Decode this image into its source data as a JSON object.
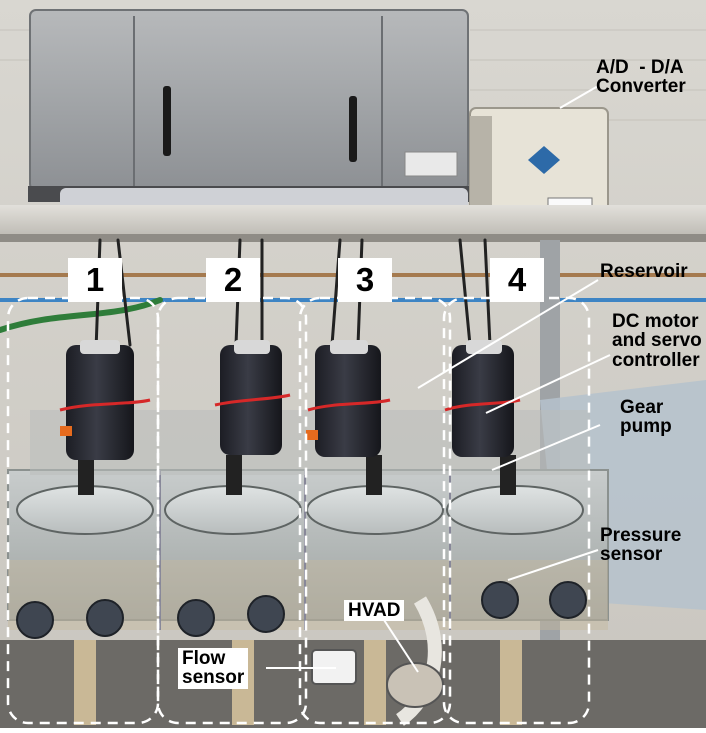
{
  "photo": {
    "chambers": [
      {
        "number": "1"
      },
      {
        "number": "2"
      },
      {
        "number": "3"
      },
      {
        "number": "4"
      }
    ]
  },
  "annotations": {
    "converter": "A/D  - D/A\nConverter",
    "reservoir": "Reservoir",
    "motor": "DC motor\nand servo\ncontroller",
    "gear_pump": "Gear\npump",
    "pressure_sensor": "Pressure\nsensor",
    "hvad": "HVAD",
    "flow_sensor": "Flow\nsensor"
  },
  "colors": {
    "dashed_outline": "#ffffff",
    "leader_line": "#ffffff",
    "label_box": "#ffffff"
  }
}
